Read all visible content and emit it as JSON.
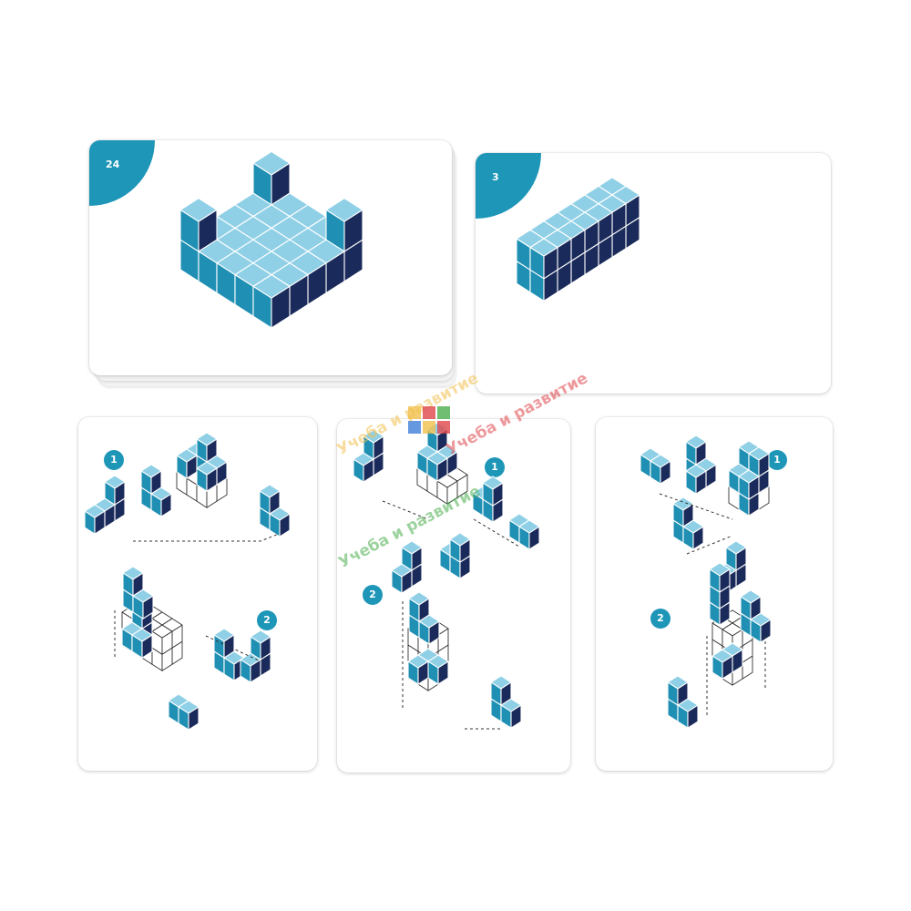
{
  "colors": {
    "accent": "#1e96b8",
    "cube_top": "#8fd0e6",
    "cube_left": "#1f8fb3",
    "cube_right": "#1a2a5a",
    "cube_outline": "#ffffff",
    "ghost_outline": "#333333"
  },
  "top_cards": [
    {
      "number": "24"
    },
    {
      "number": "3"
    }
  ],
  "bottom_cards": [
    {
      "steps": [
        "1",
        "2"
      ]
    },
    {
      "steps": [
        "1",
        "2"
      ]
    },
    {
      "steps": [
        "1",
        "2"
      ]
    }
  ],
  "watermark": {
    "text": "Учеба и развитие",
    "logo_icon": "colored-cube-logo-icon"
  }
}
